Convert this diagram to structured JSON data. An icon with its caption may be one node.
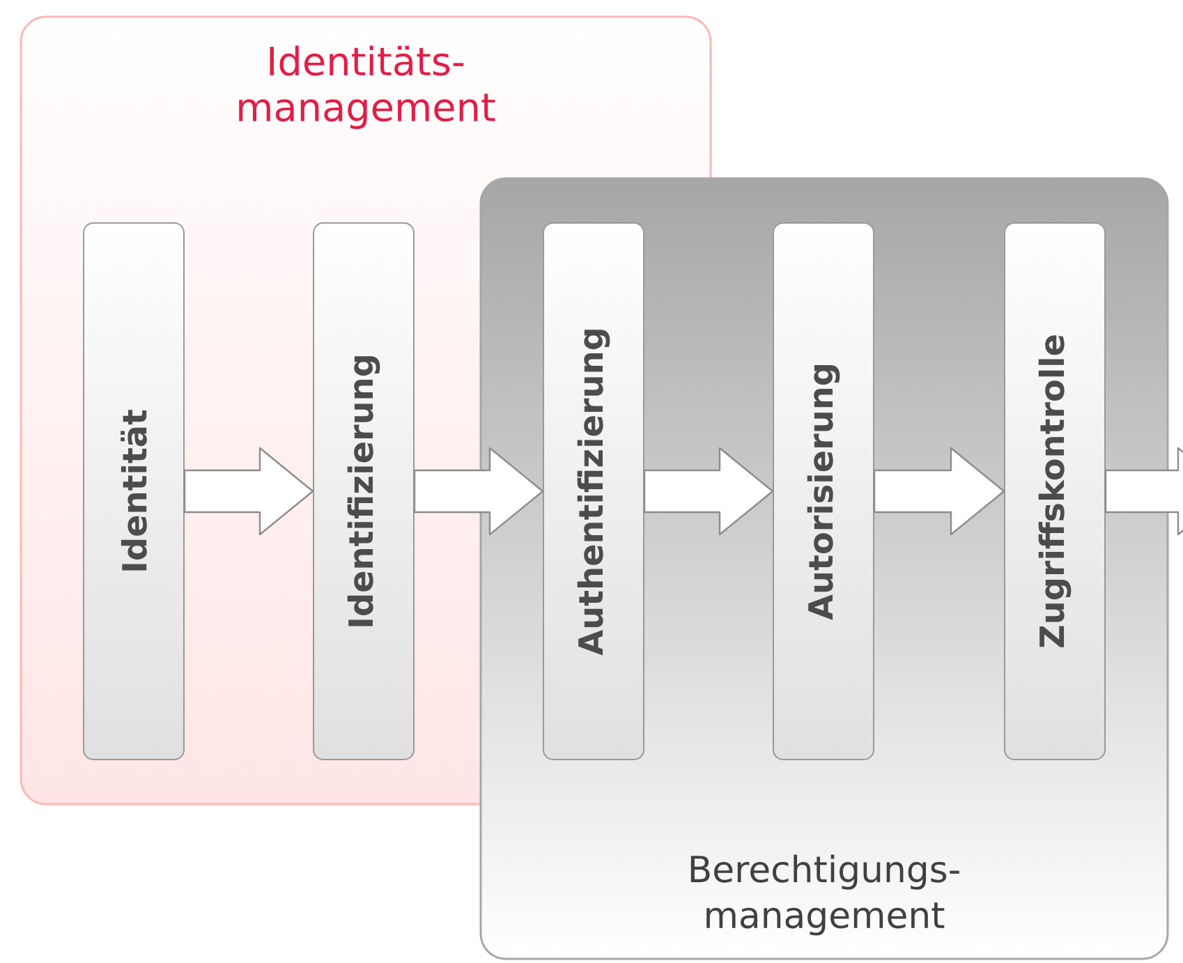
{
  "diagram": {
    "nodes": [
      {
        "text": [
          "Identitäts- management"
        ]
      },
      {
        "text": [
          "Berechtigungs- management"
        ]
      },
      {
        "text": [
          "Identität"
        ],
        "in": 0
      },
      {
        "text": [
          "Identifizierung"
        ],
        "in": 0
      },
      {
        "text": [
          "Authentifizierung"
        ]
      },
      {
        "text": [
          "Autorisierung"
        ],
        "in": 1
      },
      {
        "text": [
          "Zugriffskontrolle"
        ],
        "in": 1
      }
    ],
    "edges": [
      {
        "from": 2,
        "to": 3,
        "arrow": "to"
      },
      {
        "from": 3,
        "to": 4,
        "arrow": "to"
      },
      {
        "from": 4,
        "to": 5,
        "arrow": "to"
      },
      {
        "from": 5,
        "to": 6,
        "arrow": "to"
      },
      {
        "from": 6,
        "to": null,
        "arrow": "to"
      }
    ]
  }
}
